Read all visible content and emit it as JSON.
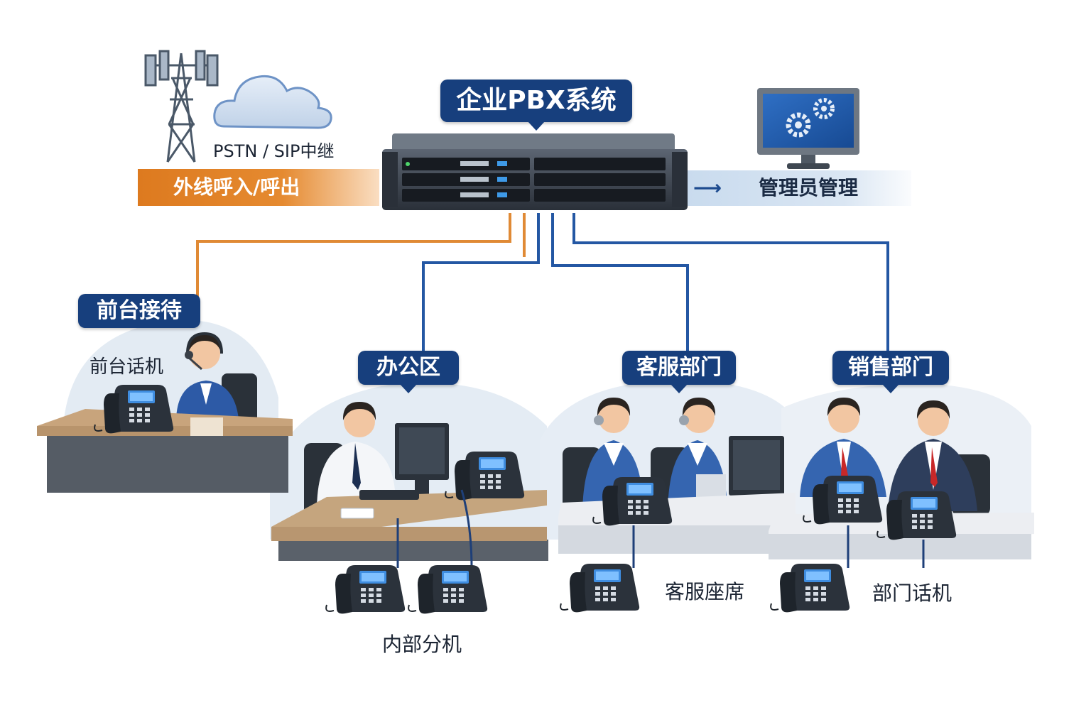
{
  "title": "企业PBX系统",
  "trunk": {
    "label": "PSTN / SIP中继"
  },
  "outside_calls": {
    "label": "外线呼入/呼出"
  },
  "admin": {
    "label": "管理员管理"
  },
  "zones": {
    "reception": {
      "title": "前台接待",
      "caption": "前台话机"
    },
    "office": {
      "title": "办公区",
      "caption": "内部分机"
    },
    "service": {
      "title": "客服部门",
      "caption": "客服座席"
    },
    "sales": {
      "title": "销售部门",
      "caption": "部门话机"
    }
  },
  "colors": {
    "brand_navy": "#173f7d",
    "outside_orange": "#dd7a1f",
    "link_blue": "#2457a3",
    "zone_bg": "#e3ebf3"
  },
  "icons": [
    "cell-tower-icon",
    "cloud-icon",
    "server-icon",
    "monitor-gears-icon",
    "desk-phone-icon",
    "headset-agent-icon"
  ]
}
